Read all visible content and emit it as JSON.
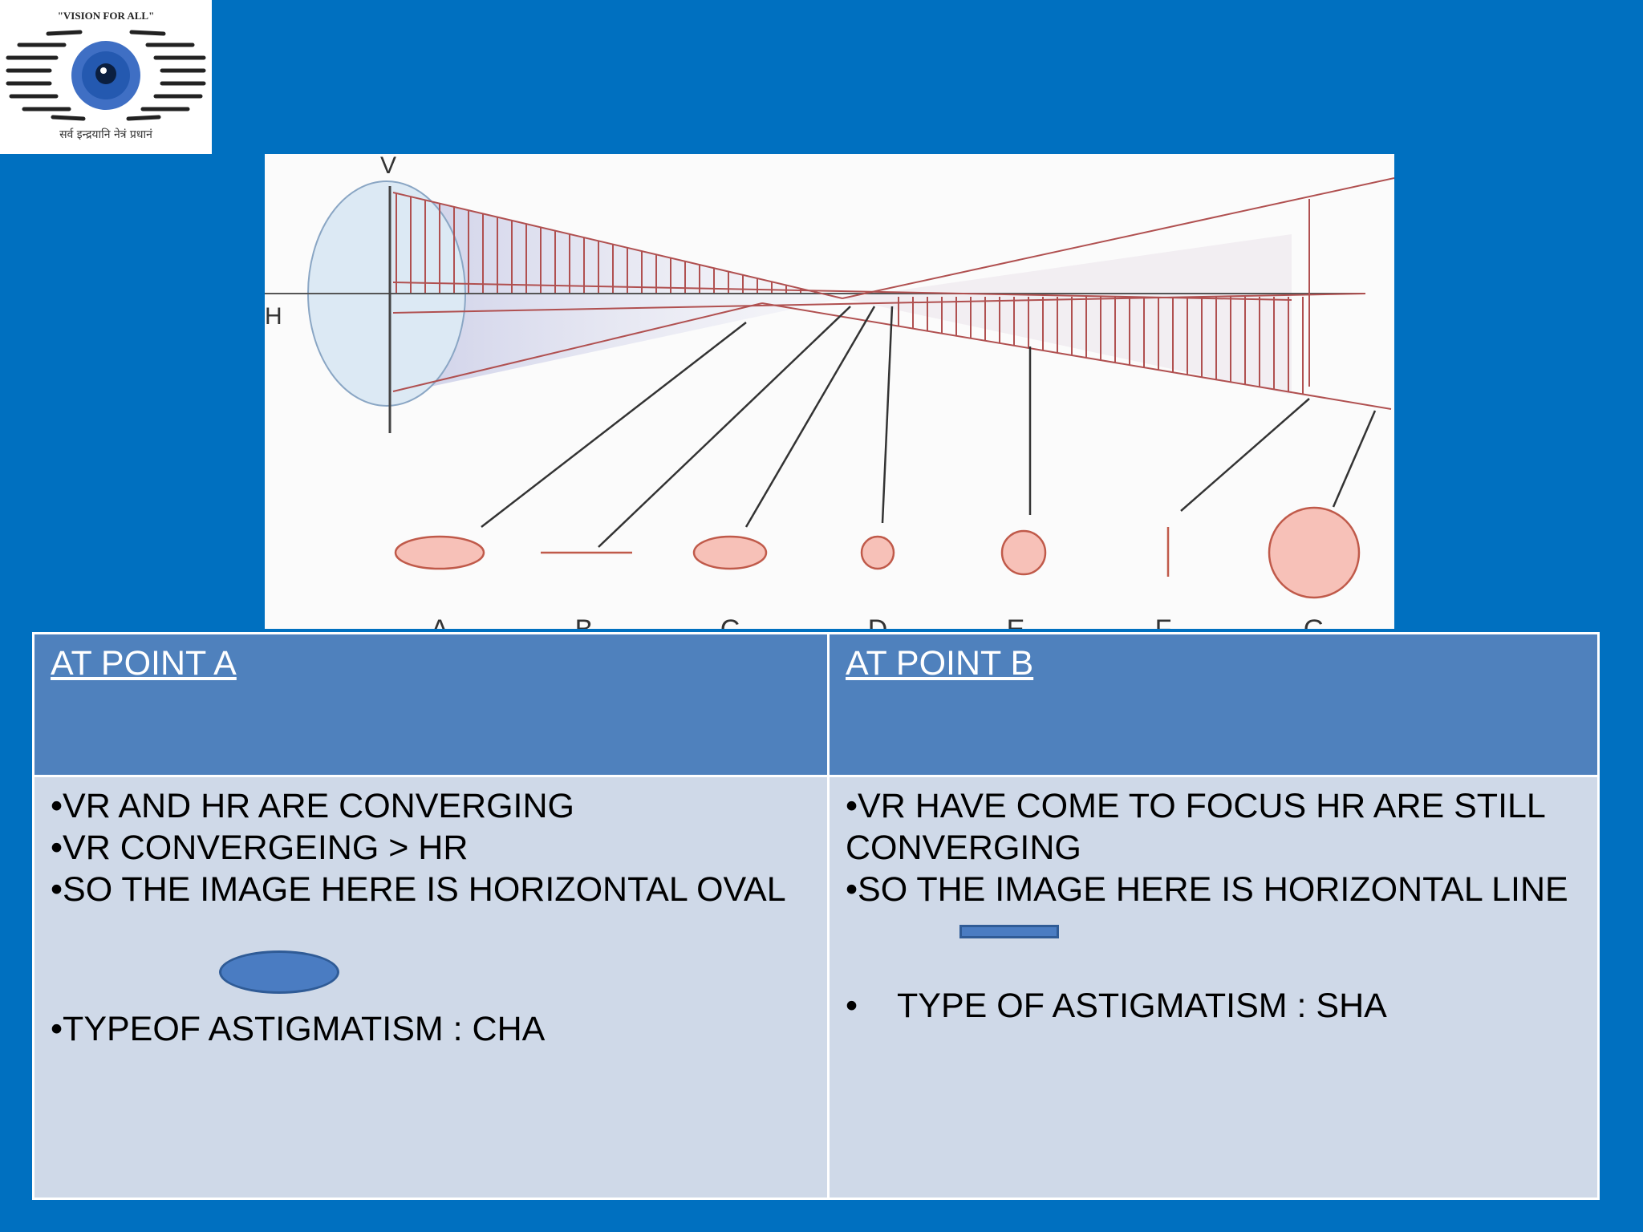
{
  "logo": {
    "motto": "\"VISION FOR ALL\"",
    "tagline": "सर्व इन्द्रयानि नेत्रं प्रधानं",
    "icon": "eye-icon",
    "colors": {
      "iris_outer": "#3f6fc4",
      "iris_inner": "#1f5aa8",
      "pupil": "#0b1f40"
    }
  },
  "diagram": {
    "vertical_label": "V",
    "horizontal_label": "H",
    "point_labels": [
      "A",
      "B",
      "C",
      "D",
      "E",
      "F",
      "G"
    ],
    "line_color": "#b05050",
    "image_fill": "#f7c1b8",
    "lens_fill": "#dce9f4"
  },
  "table": {
    "col_a": {
      "header": "AT POINT A ",
      "bullets": [
        "•VR AND HR ARE CONVERGING",
        "•VR CONVERGEING > HR",
        "•SO THE IMAGE HERE IS HORIZONTAL OVAL"
      ],
      "shape": "horizontal-oval",
      "type_line": "•TYPEOF ASTIGMATISM : CHA"
    },
    "col_b": {
      "header": "AT POINT B ",
      "bullets": [
        "•VR HAVE COME  TO FOCUS HR ARE STILL CONVERGING",
        "•SO THE IMAGE HERE IS HORIZONTAL LINE"
      ],
      "shape": "horizontal-line",
      "type_bullet": "•",
      "type_line": "TYPE OF ASTIGMATISM : SHA"
    }
  },
  "colors": {
    "background": "#0070c0",
    "header_fill": "#4f81bd",
    "body_fill": "#cfd9e8",
    "shape_fill": "#4a7cc2"
  }
}
